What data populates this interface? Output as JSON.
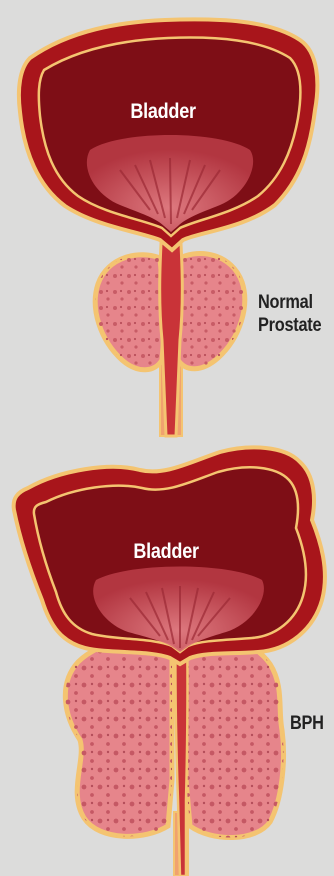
{
  "panels": [
    {
      "bladder_label": "Bladder",
      "prostate_label": "Normal Prostate"
    },
    {
      "bladder_label": "Bladder",
      "prostate_label": "BPH"
    }
  ],
  "colors": {
    "background": "#dcdcdb",
    "bladder_outer": "#a8151b",
    "bladder_inner": "#7e0e16",
    "mucosa": "#d8616a",
    "prostate_fill": "#e6858b",
    "outline": "#f4c471"
  }
}
